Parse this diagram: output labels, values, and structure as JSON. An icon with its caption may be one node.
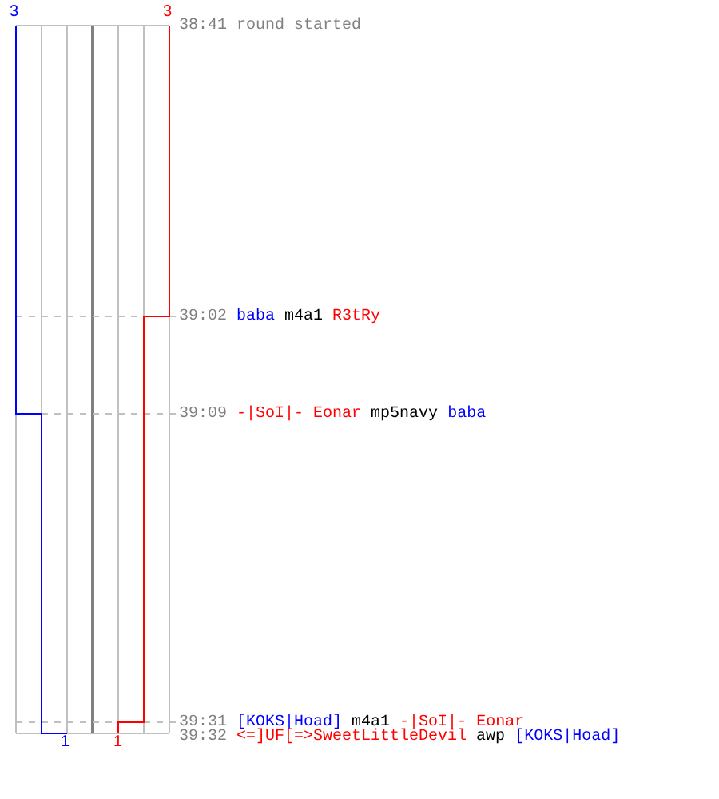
{
  "diagram": {
    "labels": [
      "3",
      "3",
      "38:41",
      "round started",
      "39:02",
      "baba",
      "m4a1",
      "R3tRy",
      "39:09",
      "-|SoI|-",
      "Eonar",
      "mp5navy",
      "baba",
      "39:31",
      "[KOKS|Hoad]",
      "m4a1",
      "-|SoI|-",
      "Eonar",
      "39:32",
      "<=]UF[=>SweetLittleDevil",
      "awp",
      "[KOKS|Hoad]",
      "1",
      "1"
    ]
  }
}
